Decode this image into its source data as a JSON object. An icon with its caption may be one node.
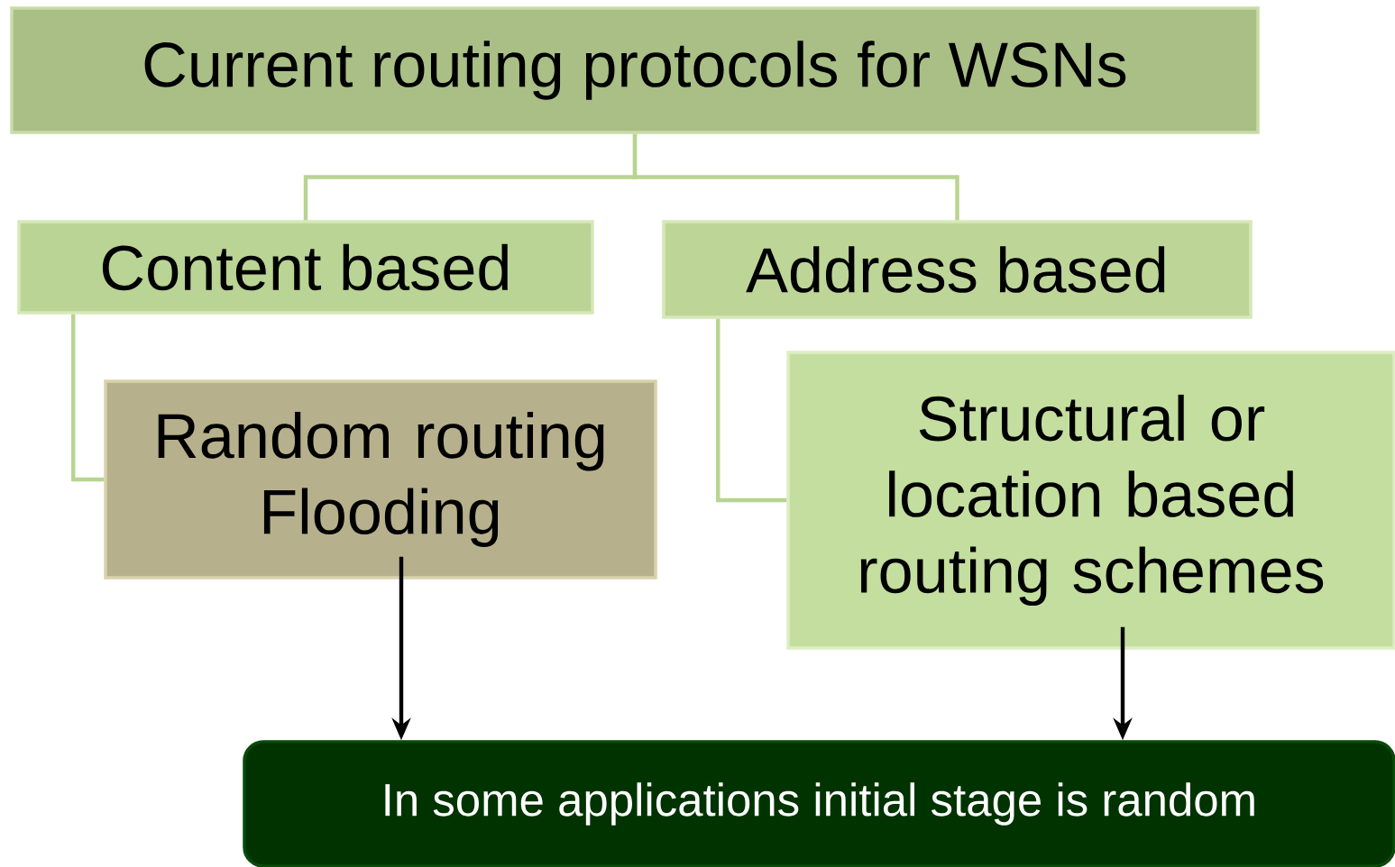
{
  "diagram": {
    "nodes": [
      {
        "text": [
          "Current routing protocols for WSNs"
        ]
      },
      {
        "text": [
          "Content based"
        ]
      },
      {
        "text": [
          "Address based"
        ]
      },
      {
        "text": [
          "Random routing Flooding"
        ]
      },
      {
        "text": [
          "Structural or location based routing schemes"
        ]
      },
      {
        "text": [
          "In some applications initial stage is random"
        ]
      }
    ],
    "edges": [
      {
        "from": 0,
        "to": 1,
        "arrow": "none"
      },
      {
        "from": 0,
        "to": 2,
        "arrow": "none"
      },
      {
        "from": 1,
        "to": 3,
        "arrow": "none"
      },
      {
        "from": 2,
        "to": 4,
        "arrow": "none"
      },
      {
        "from": 3,
        "to": 5,
        "arrow": "to",
        "color": "#000000"
      },
      {
        "from": 4,
        "to": 5,
        "arrow": "to",
        "color": "#000000"
      }
    ]
  }
}
